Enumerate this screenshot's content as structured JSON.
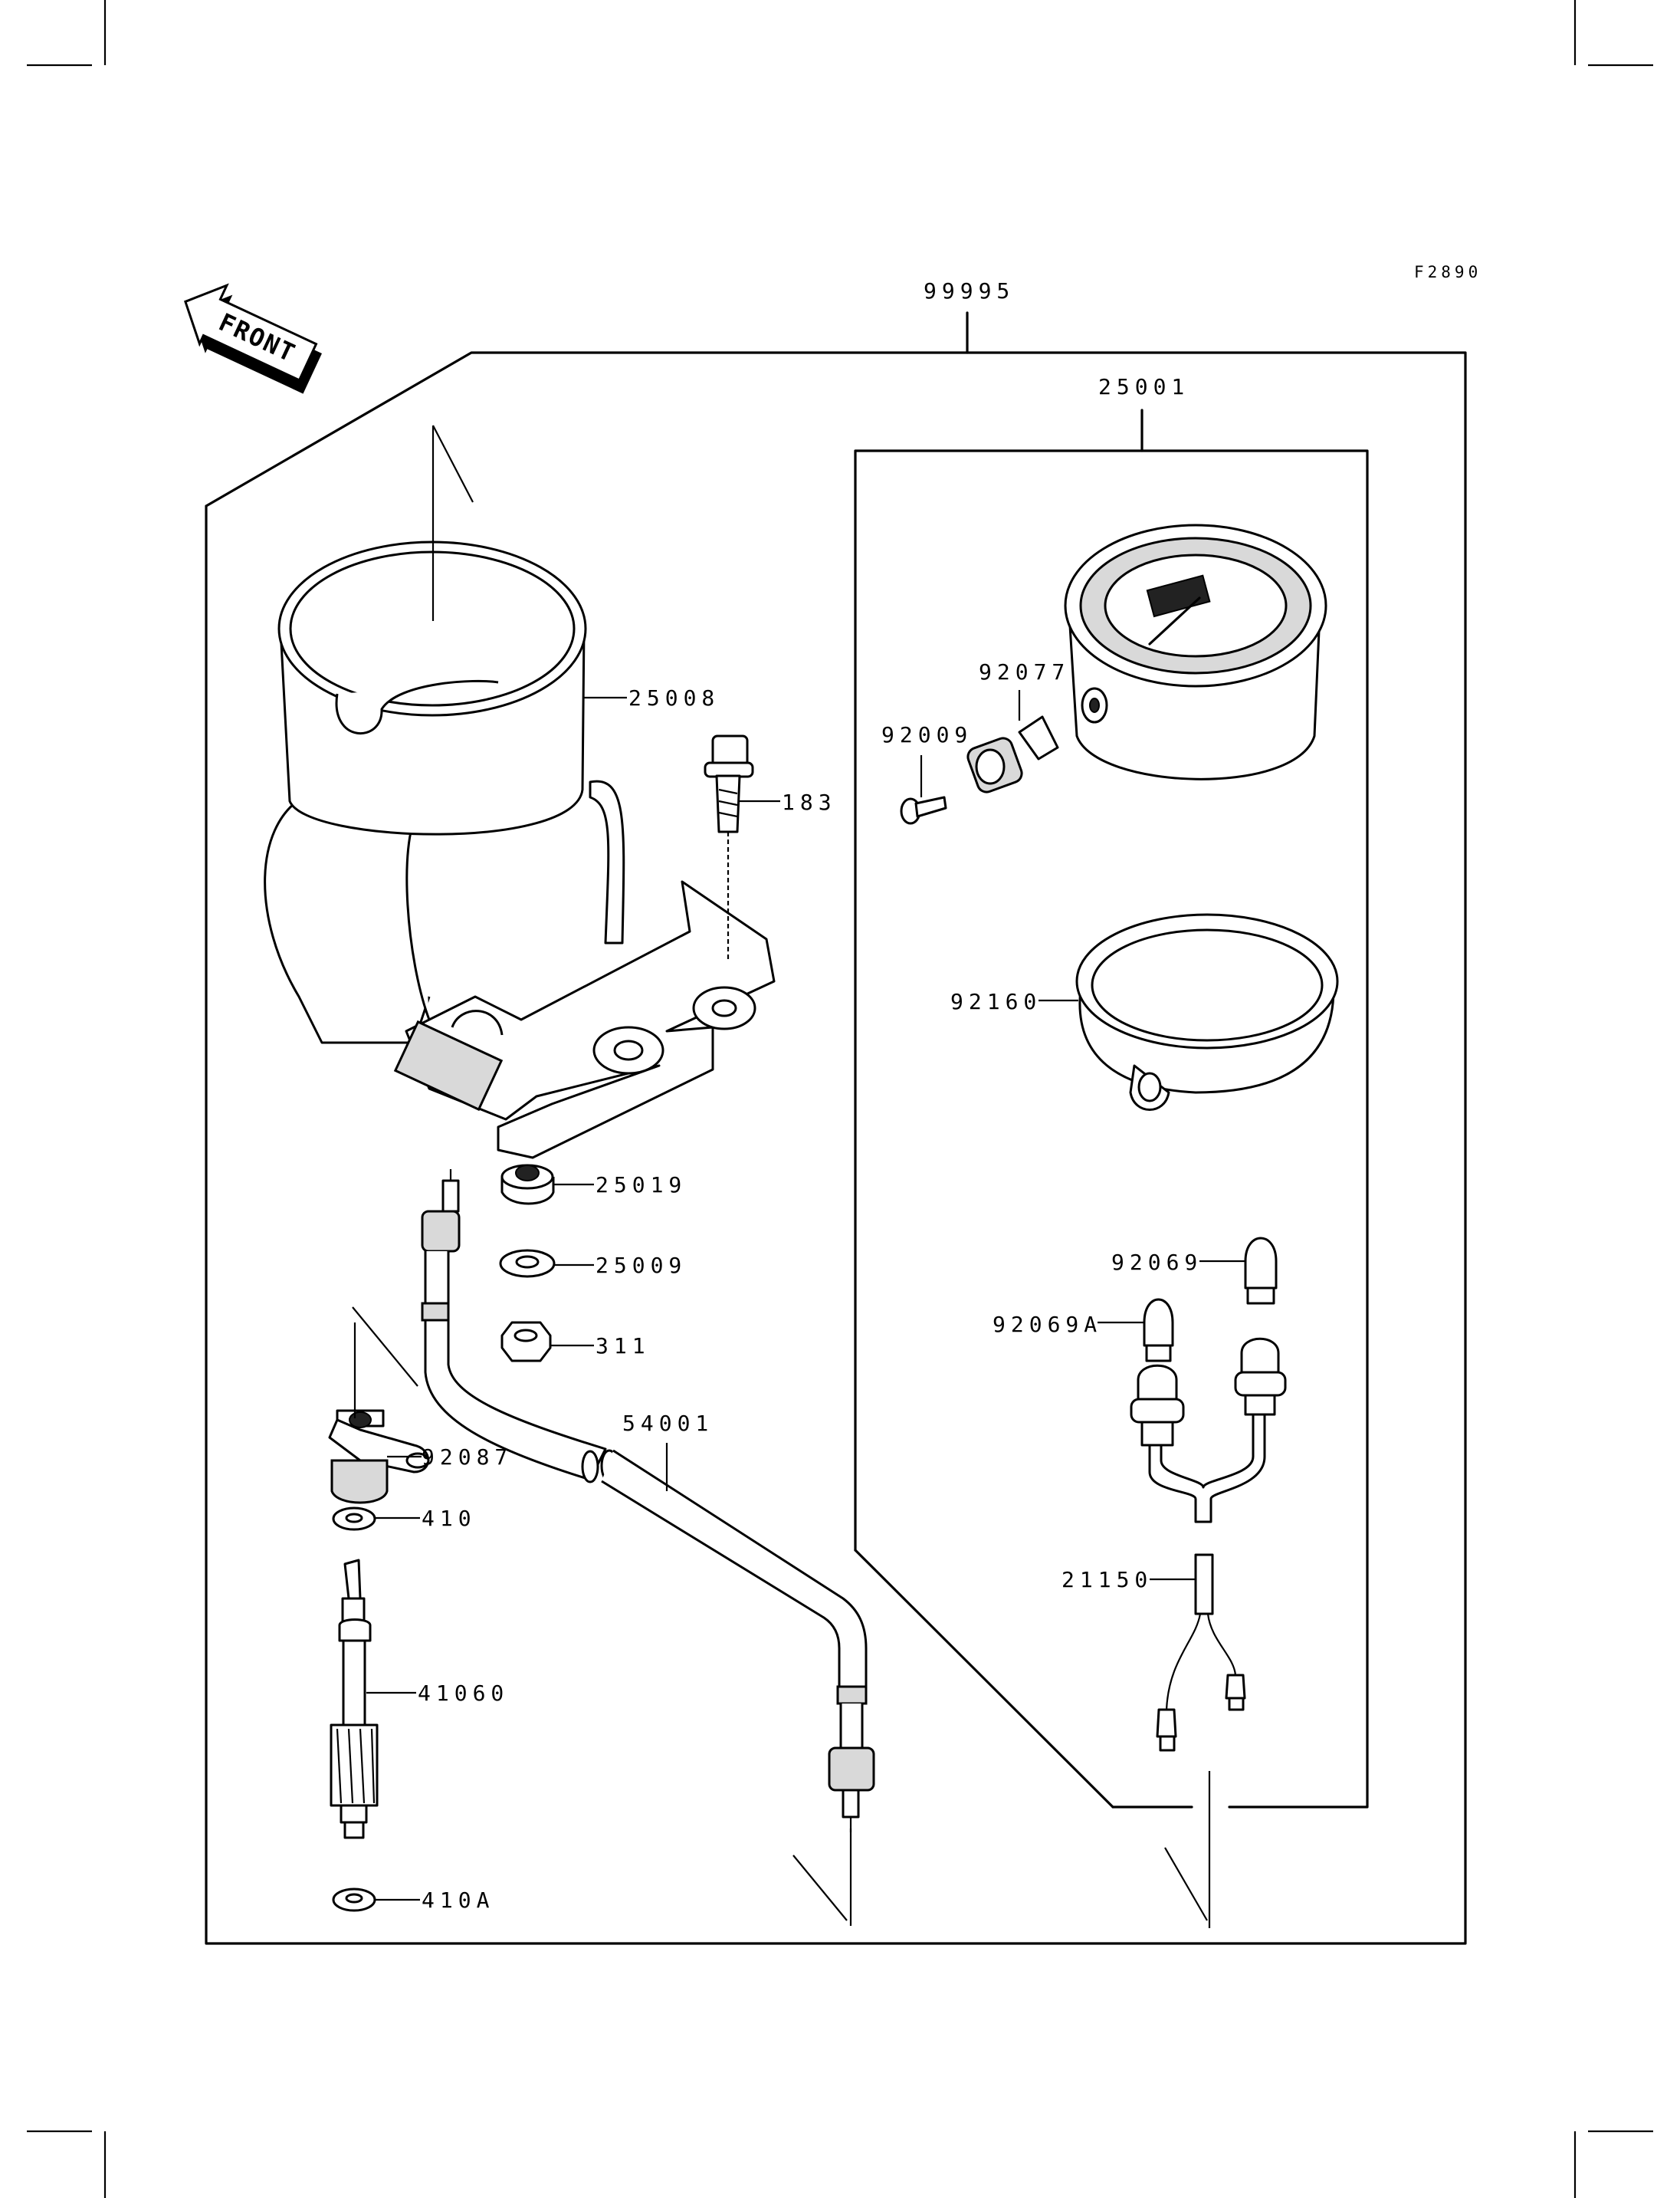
{
  "figure_code": "F2890",
  "front_label": "FRONT",
  "assembly_label": "99995",
  "meter_assembly_label": "25001",
  "parts": [
    {
      "id": "p-25008",
      "label": "25008"
    },
    {
      "id": "p-183",
      "label": "183"
    },
    {
      "id": "p-92077",
      "label": "92077"
    },
    {
      "id": "p-92009",
      "label": "92009"
    },
    {
      "id": "p-92160",
      "label": "92160"
    },
    {
      "id": "p-25019",
      "label": "25019"
    },
    {
      "id": "p-25009",
      "label": "25009"
    },
    {
      "id": "p-311",
      "label": "311"
    },
    {
      "id": "p-54001",
      "label": "54001"
    },
    {
      "id": "p-92087",
      "label": "92087"
    },
    {
      "id": "p-410",
      "label": "410"
    },
    {
      "id": "p-41060",
      "label": "41060"
    },
    {
      "id": "p-410A",
      "label": "410A"
    },
    {
      "id": "p-92069",
      "label": "92069"
    },
    {
      "id": "p-92069A",
      "label": "92069A"
    },
    {
      "id": "p-21150",
      "label": "21150"
    }
  ]
}
